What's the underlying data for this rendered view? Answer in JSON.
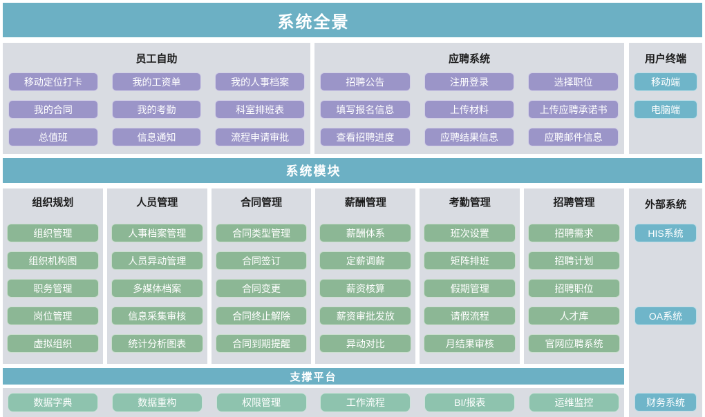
{
  "banners": {
    "top": "系统全景",
    "modules": "系统模块"
  },
  "colors": {
    "banner_teal": "#6cb0c4",
    "panel_gray": "#d9dce2",
    "purple_button": "#9b95c8",
    "green_button": "#8cb795",
    "teal_button": "#6fb5c9",
    "mint_button": "#8ec3ae"
  },
  "top_section": {
    "employee_self_service": {
      "title": "员工自助",
      "buttons": [
        "移动定位打卡",
        "我的工资单",
        "我的人事档案",
        "我的合同",
        "我的考勤",
        "科室排班表",
        "总值班",
        "信息通知",
        "流程申请审批"
      ]
    },
    "application_system": {
      "title": "应聘系统",
      "buttons": [
        "招聘公告",
        "注册登录",
        "选择职位",
        "填写报名信息",
        "上传材料",
        "上传应聘承诺书",
        "查看招聘进度",
        "应聘结果信息",
        "应聘邮件信息"
      ]
    },
    "user_terminal": {
      "title": "用户终端",
      "buttons": [
        "移动端",
        "电脑端"
      ]
    }
  },
  "module_columns": [
    {
      "title": "组织规划",
      "items": [
        "组织管理",
        "组织机构图",
        "职务管理",
        "岗位管理",
        "虚拟组织"
      ]
    },
    {
      "title": "人员管理",
      "items": [
        "人事档案管理",
        "人员异动管理",
        "多媒体档案",
        "信息采集审核",
        "统计分析图表"
      ]
    },
    {
      "title": "合同管理",
      "items": [
        "合同类型管理",
        "合同签订",
        "合同变更",
        "合同终止解除",
        "合同到期提醒"
      ]
    },
    {
      "title": "薪酬管理",
      "items": [
        "薪酬体系",
        "定薪调薪",
        "薪资核算",
        "薪资审批发放",
        "异动对比"
      ]
    },
    {
      "title": "考勤管理",
      "items": [
        "班次设置",
        "矩阵排班",
        "假期管理",
        "请假流程",
        "月结果审核"
      ]
    },
    {
      "title": "招聘管理",
      "items": [
        "招聘需求",
        "招聘计划",
        "招聘职位",
        "人才库",
        "官网应聘系统"
      ]
    }
  ],
  "external_systems": {
    "title": "外部系统",
    "items": [
      "HIS系统",
      "OA系统",
      "财务系统"
    ]
  },
  "support_platform": {
    "title": "支撑平台",
    "items": [
      "数据字典",
      "数据重构",
      "权限管理",
      "工作流程",
      "BI/报表",
      "运维监控"
    ]
  }
}
